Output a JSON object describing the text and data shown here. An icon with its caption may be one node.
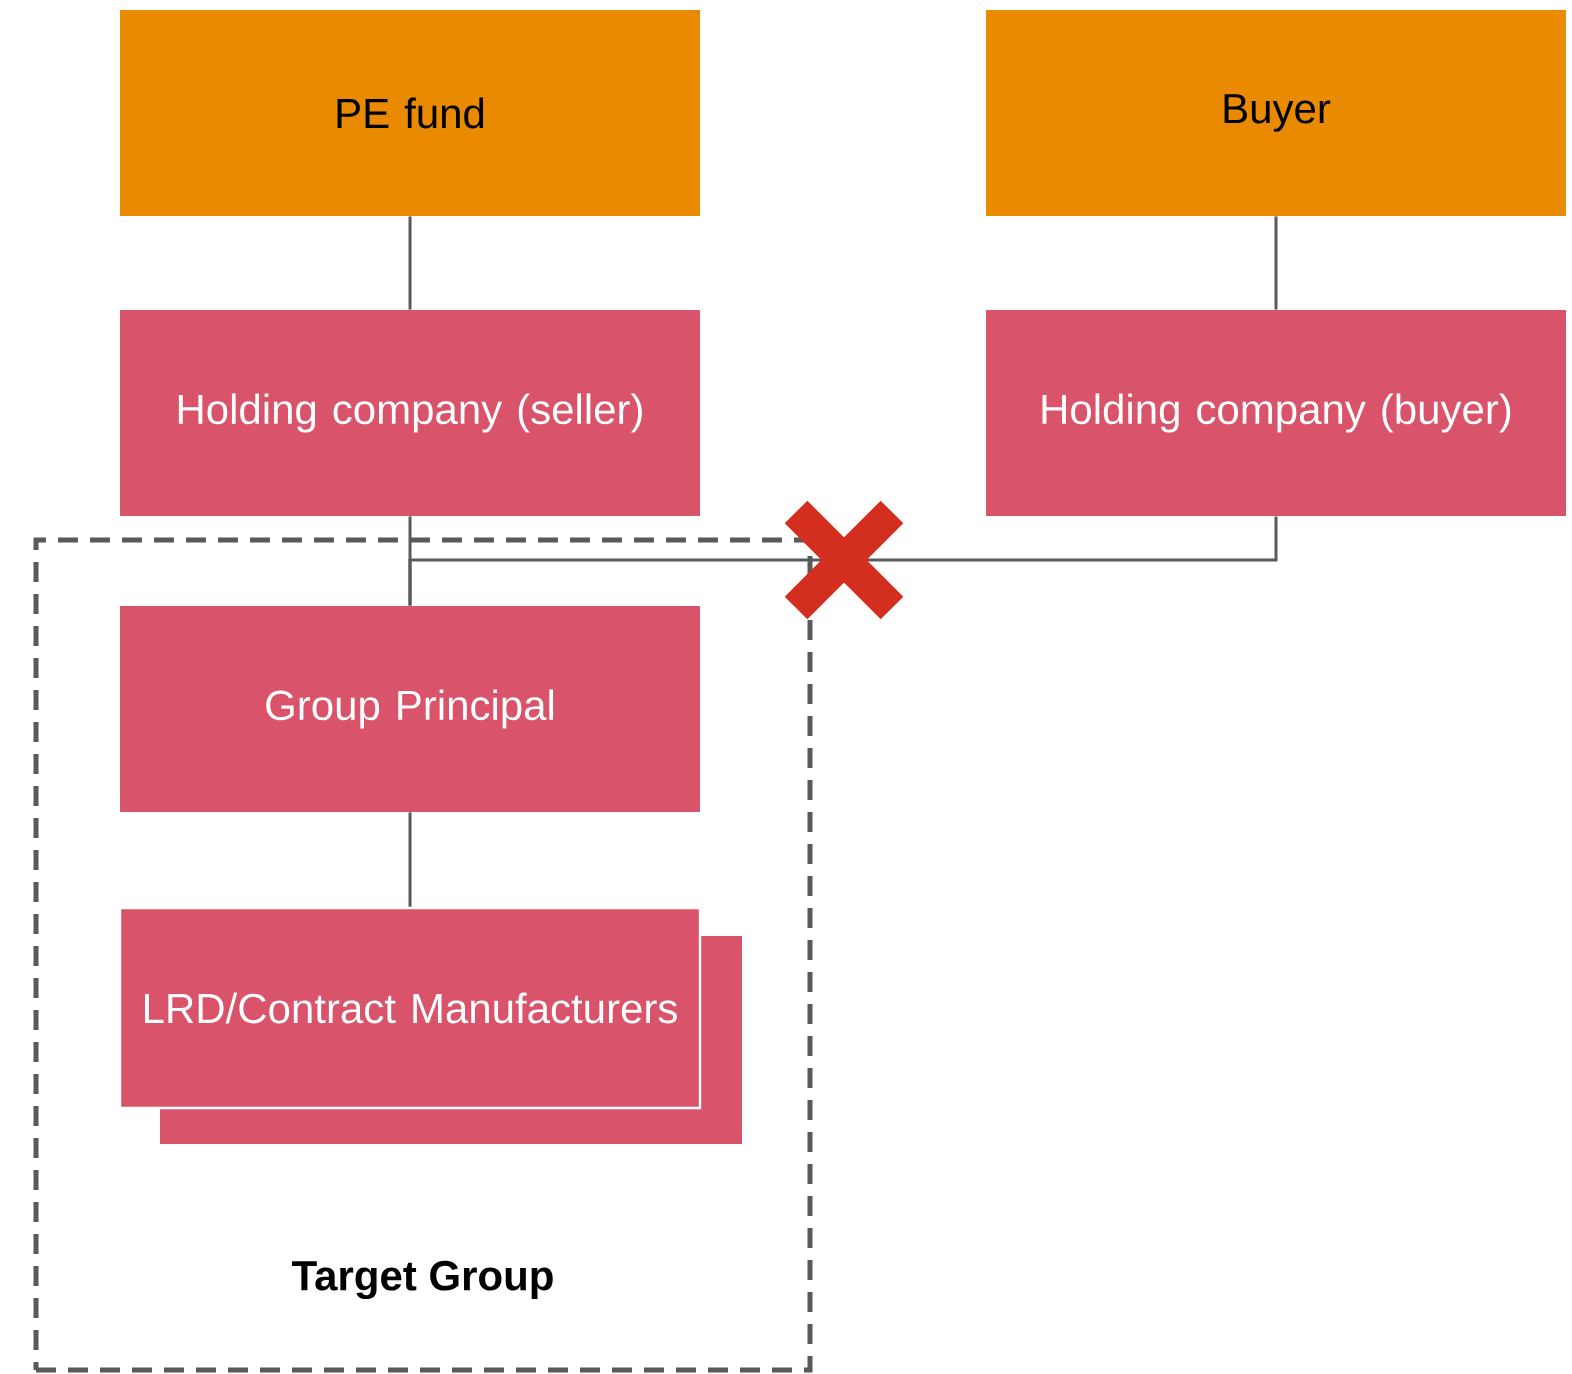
{
  "diagram": {
    "nodes": [
      {
        "text": [
          "PE fund"
        ]
      },
      {
        "text": [
          "Buyer"
        ]
      },
      {
        "text": [
          "Holding company (seller)"
        ]
      },
      {
        "text": [
          "Holding company (buyer)"
        ]
      },
      {
        "text": [
          "Target Group"
        ]
      },
      {
        "text": [
          "Group Principal"
        ],
        "in": 4
      },
      {
        "text": [
          "LRD/Contract Manufacturers"
        ],
        "in": 4
      }
    ],
    "edges": [
      {
        "from": 0,
        "to": 2,
        "arrow": "none"
      },
      {
        "from": 1,
        "to": 3,
        "arrow": "none"
      },
      {
        "from": 2,
        "to": 5,
        "arrow": "none"
      },
      {
        "from": 3,
        "to": 5,
        "arrow": "none"
      },
      {
        "from": 5,
        "to": 6,
        "arrow": "none"
      }
    ]
  }
}
